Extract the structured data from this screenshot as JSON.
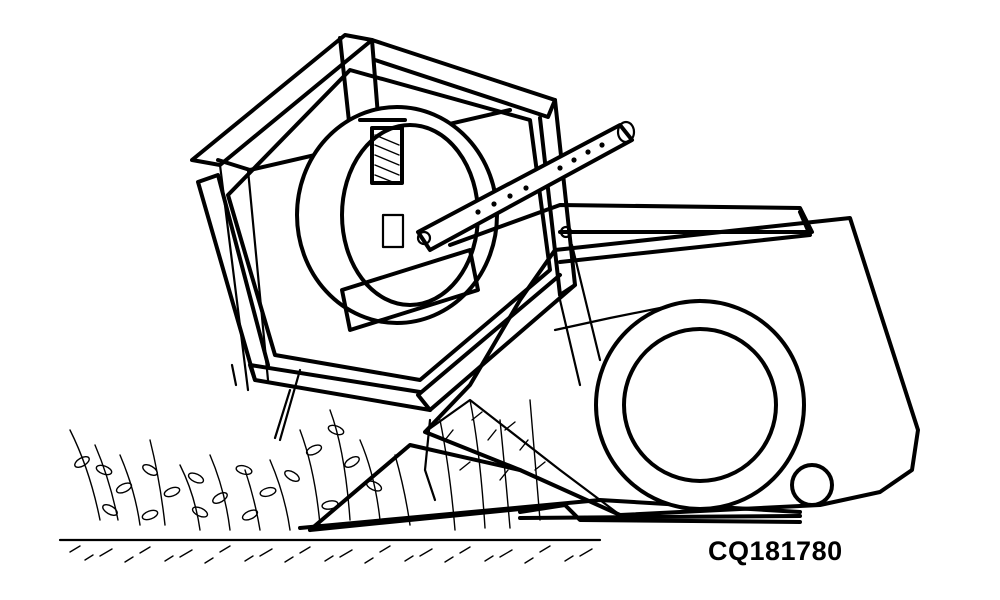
{
  "figure": {
    "code": "CQ181780"
  },
  "colors": {
    "ink": "#000000",
    "paper": "#ffffff"
  },
  "parts": [
    "reel-frame",
    "reel-hub",
    "reel-adjuster-arm",
    "header-body",
    "header-wheel",
    "cutter-bar",
    "crop-plants",
    "ground-line"
  ]
}
